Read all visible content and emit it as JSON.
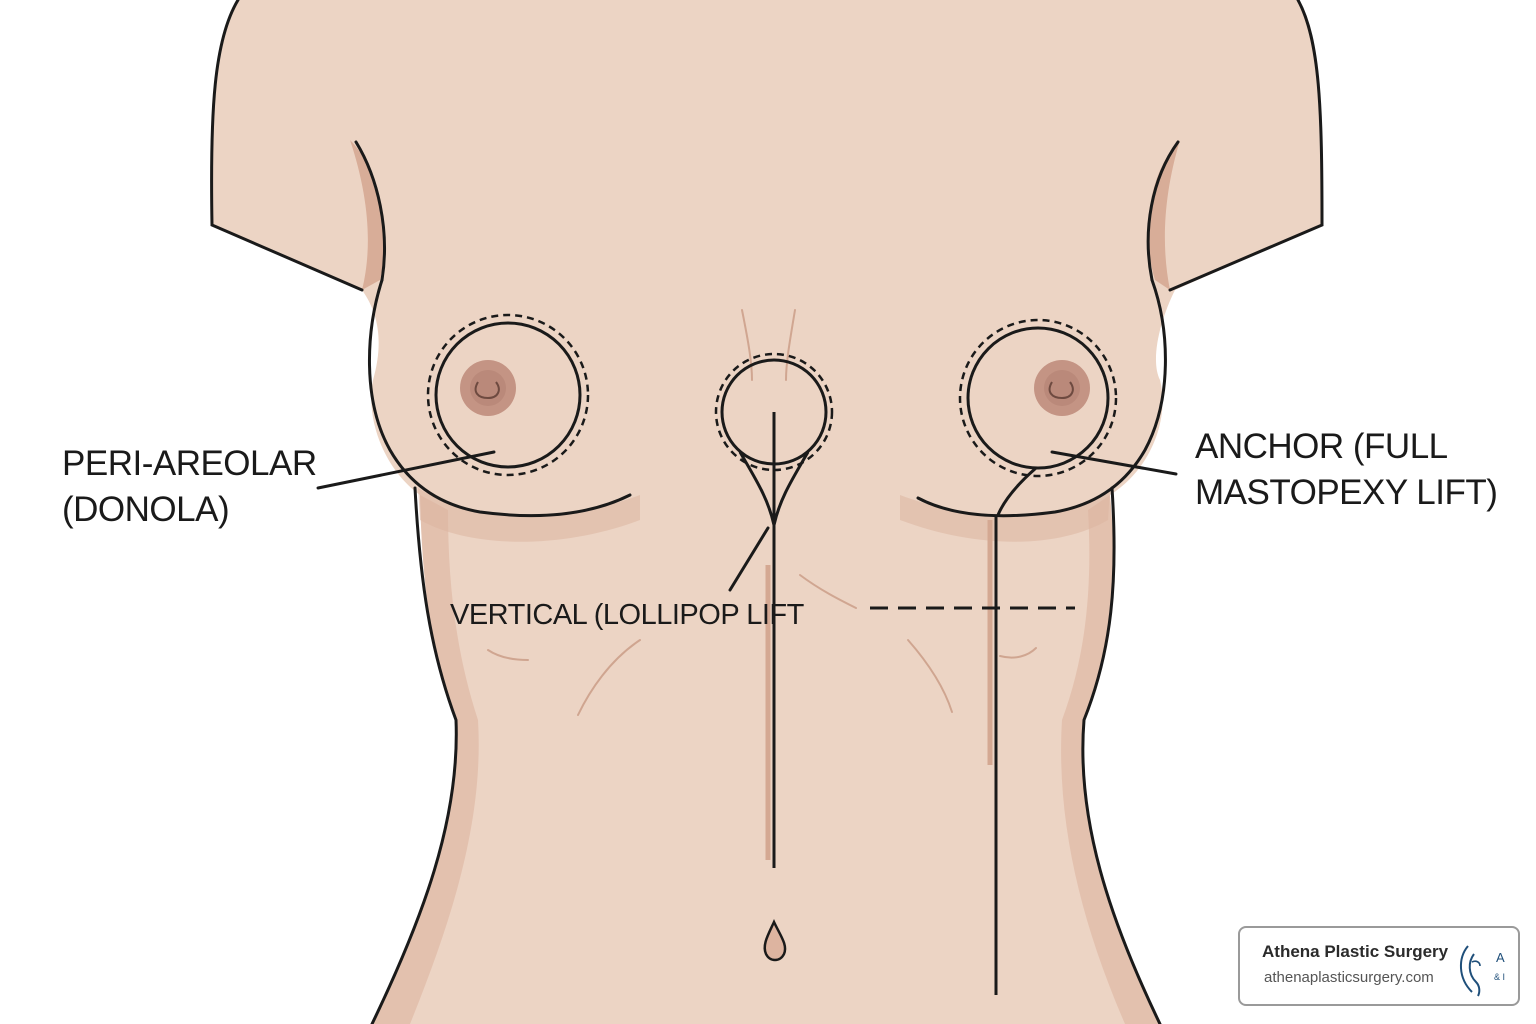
{
  "labels": {
    "peri_areolar": [
      "PERI-AREOLAR",
      "(DONOLA)"
    ],
    "anchor": [
      "ANCHOR (FULL",
      "MASTOPEXY LIFT)"
    ],
    "vertical": "VERTICAL (LOLLIPOP LIFT"
  },
  "logo": {
    "name": "Athena Plastic Surgery",
    "url": "athenaplasticsurgery.com",
    "mark_letters": "A\n& I"
  },
  "colors": {
    "skin": "#ecd4c4",
    "skin_shadow": "#ddb4a0",
    "outline": "#1a1a1a",
    "areola": "#c49484",
    "background": "#ffffff"
  }
}
